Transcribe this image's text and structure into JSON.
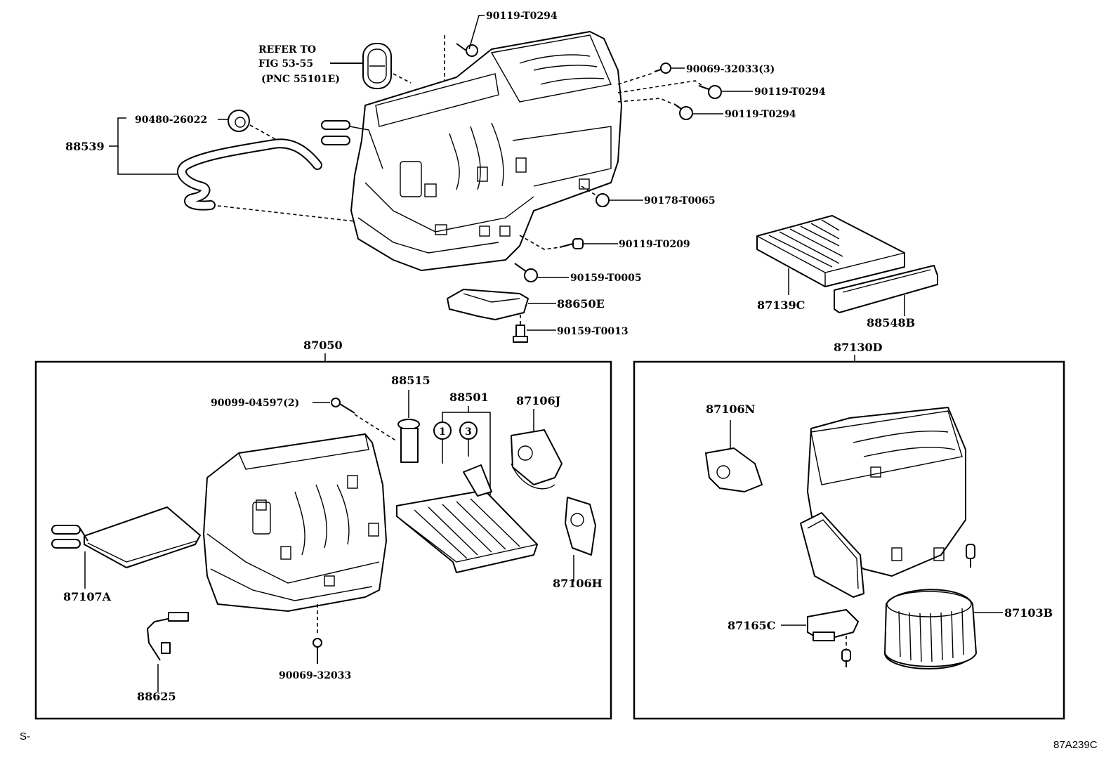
{
  "diagram": {
    "title_code": "87A239C",
    "footer_mark": "S-",
    "reference_note": [
      "REFER TO",
      "FIG 53-55",
      "(PNC 55101E)"
    ],
    "top_labels": {
      "screw_top": "90119-T0294",
      "screw_a": "90069-32033(3)",
      "screw_b": "90119-T0294",
      "screw_c": "90119-T0294",
      "grommet": "90480-26022",
      "hose_assy": "88539",
      "nut": "90178-T0065",
      "screw_d": "90119-T0209",
      "screw_e": "90159-T0005",
      "bracket": "88650E",
      "screw_f": "90159-T0013",
      "filter": "87139C",
      "filter_cover": "88548B"
    },
    "box_left": {
      "title": "87050",
      "labels": {
        "bolt": "90099-04597(2)",
        "exp_valve": "88515",
        "evaporator": "88501",
        "oring_1": "1",
        "oring_3": "3",
        "servo_j": "87106J",
        "heater_core": "87107A",
        "servo_h": "87106H",
        "screw": "90069-32033",
        "thermistor": "88625"
      }
    },
    "box_right": {
      "title": "87130D",
      "labels": {
        "servo_n": "87106N",
        "resistor": "87165C",
        "blower_motor": "87103B"
      }
    }
  }
}
